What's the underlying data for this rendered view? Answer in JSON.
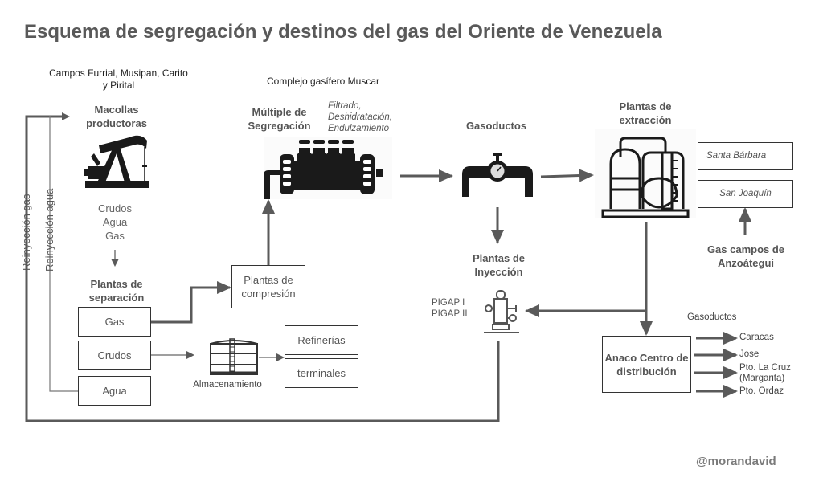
{
  "title": "Esquema de segregación y destinos del gas del Oriente de Venezuela",
  "fields": {
    "campos": "Campos Furrial, Musipan, Carito y Pirital",
    "macollas": "Macollas productoras",
    "products": [
      "Crudos",
      "Agua",
      "Gas"
    ]
  },
  "reinjection": {
    "gas": "Reinyección gas",
    "agua": "Reinyección agua"
  },
  "separation": {
    "title": "Plantas de separación",
    "items": [
      "Gas",
      "Crudos",
      "Agua"
    ]
  },
  "compression": "Plantas de compresión",
  "storage": "Almacenamiento",
  "crude_destinations": [
    "Refinerías",
    "terminales"
  ],
  "complex": {
    "name": "Complejo gasífero Muscar",
    "manifold": "Múltiple de Segregación",
    "processes": "Filtrado, Deshidratación, Endulzamiento"
  },
  "pipelines": "Gasoductos",
  "extraction": {
    "title": "Plantas de extracción",
    "plants": [
      "Santa Bárbara",
      "San Joaquín"
    ],
    "external_gas": "Gas campos de Anzoátegui"
  },
  "injection": {
    "title": "Plantas de Inyección",
    "plants": [
      "PIGAP I",
      "PIGAP II"
    ]
  },
  "distribution": {
    "center": "Anaco Centro de distribución",
    "header": "Gasoductos",
    "destinations": [
      "Caracas",
      "Jose",
      "Pto. La Cruz (Margarita)",
      "Pto. Ordaz"
    ]
  },
  "watermark": "@morandavid",
  "colors": {
    "line": "#5a5a5a",
    "icon": "#1a1a1a",
    "text": "#555555"
  }
}
